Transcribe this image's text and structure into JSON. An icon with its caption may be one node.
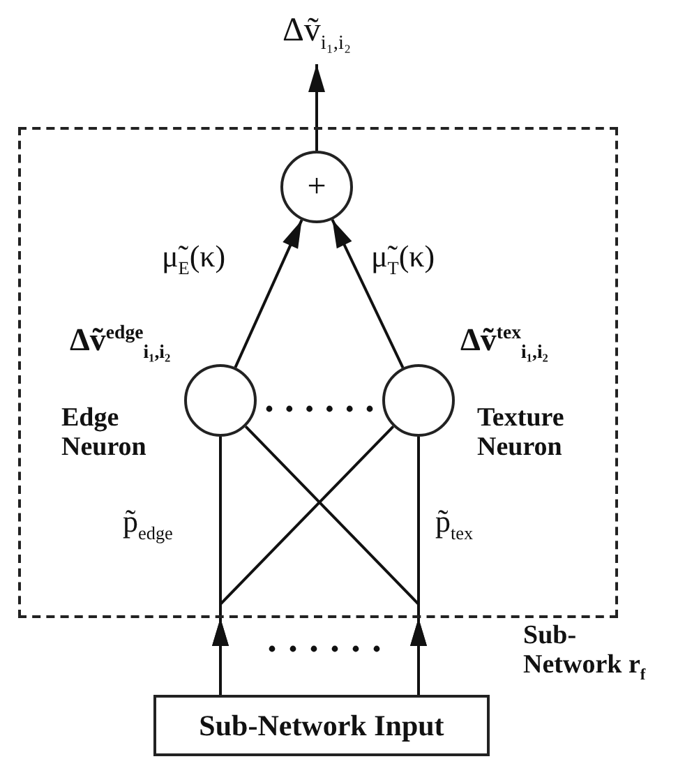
{
  "diagram": {
    "nodes": [
      {
        "text": [
          "Δṽ$_{i₁,i₂}$"
        ]
      },
      {
        "text": [
          "Sub- Network r$_{f}$"
        ]
      },
      {
        "text": [
          "+"
        ],
        "in": 1
      },
      {
        "text": [],
        "shape": "circle",
        "in": 1,
        "beside": [
          "Δṽ$^{edge}$$_{i₁,i₂}$",
          "Edge Neuron"
        ]
      },
      {
        "text": [],
        "shape": "circle",
        "in": 1,
        "beside": [
          "Δṽ$^{tex}$$_{i₁,i₂}$",
          "Texture Neuron"
        ]
      },
      {
        "text": [
          "Sub-Network Input"
        ]
      }
    ],
    "edges": [
      {
        "from": 2,
        "to": 0,
        "arrow": "to"
      },
      {
        "from": 3,
        "to": 2,
        "arrow": "to",
        "label": "μ̃$_{E}$(κ)"
      },
      {
        "from": 4,
        "to": 2,
        "arrow": "to",
        "label": "μ̃$_{T}$(κ)"
      },
      {
        "from": 5,
        "to": 3,
        "arrow": "to",
        "label": "p̃$_{edge}$"
      },
      {
        "from": 5,
        "to": 4,
        "arrow": "to"
      },
      {
        "from": 5,
        "to": 3,
        "arrow": "to"
      },
      {
        "from": 5,
        "to": 4,
        "arrow": "to",
        "label": "p̃$_{tex}$"
      }
    ]
  }
}
